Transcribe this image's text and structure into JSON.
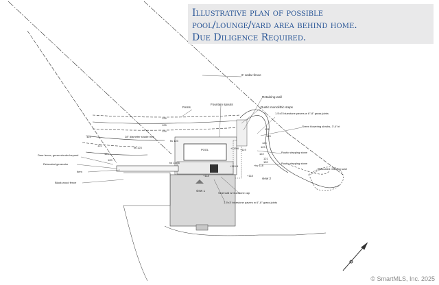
{
  "caption": {
    "line1": "Illustrative plan of possible",
    "line2": "pool/lounge/yard area behind home.",
    "line3": "Due Diligence Required."
  },
  "watermark": "© SmartMLS, Inc. 2025",
  "labels": {
    "cedar_fence": "6' cedar fence",
    "retaining_wall": "Retaining wall",
    "fountain_spouts": "Fountain spouts",
    "ferns": "Ferns",
    "rustic_steps": "Rustic monolithic steps",
    "bluestone_pavers_top": "1.5'x3' bluestone pavers w 6\"-8\" grass joints",
    "green_flowering_shrubs": "Green flowering shrubs, 3'-4' ht",
    "diameter_shade_tree": "28\" diameter shade tree",
    "deer_fence": "Deer fence, green shrubs beyond",
    "relocated_generator": "Relocated generator",
    "item": "Item",
    "black_wood_fence": "Black wood fence",
    "rustic_stepping_stone_1": "Rustic stepping stone",
    "rustic_stepping_stone_2": "Rustic stepping stone",
    "relocated_retaining_wall": "Relocated retaining wall",
    "view_1": "view 1",
    "view_2": "view 2",
    "seat_wall": "Seat wall w bluestone cap",
    "bluestone_pavers_bottom": "1.5'x3' bluestone pavers w 6\"-8\" grass joints",
    "pool": "POOL"
  },
  "contours": {
    "c126a": "126",
    "c125a": "125",
    "c124a": "124",
    "c123a": "123",
    "c122a": "122",
    "c121a": "121",
    "c120a": "120",
    "c126b": "126",
    "c125b": "125",
    "c124b": "124",
    "c123b": "123",
    "c122b": "122",
    "c121b": "121",
    "c120b": "120"
  },
  "spot_elevations": {
    "e1": "tw 123",
    "e2": "tw 123",
    "e3": "+119.6",
    "e4": "tw 119.6",
    "e5": "+119.6",
    "e6": "+118",
    "e7": "+118",
    "e8": "+tw 118",
    "e9": "+119"
  }
}
